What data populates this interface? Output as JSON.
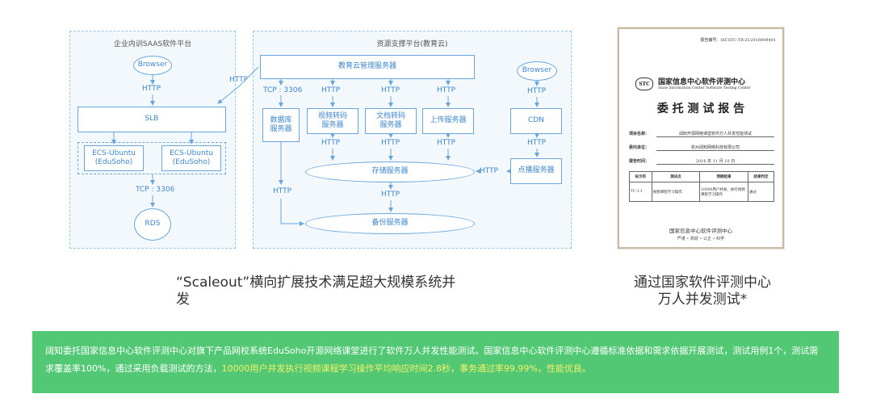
{
  "left_panel": {
    "title": "企业内训SAAS软件平台",
    "browser": "Browser",
    "http1": "HTTP",
    "slb": "SLB",
    "ecs1": [
      "ECS-Ubuntu",
      "(EduSoho)"
    ],
    "ecs2": [
      "ECS-Ubuntu",
      "(EduSoho)"
    ],
    "tcp": "TCP : 3306",
    "rds": "RDS"
  },
  "cross_link_label": "HTTP",
  "right_panel": {
    "title": "资源支撑平台(教育云)",
    "mgmt": "教育云管理服务器",
    "tcp": "TCP : 3306",
    "db": [
      "数据库",
      "服务器"
    ],
    "video": [
      "视频转码",
      "服务器"
    ],
    "doc": [
      "文档转码",
      "服务器"
    ],
    "upload": "上传服务器",
    "storage": "存储服务器",
    "backup": "备份服务器",
    "browser": "Browser",
    "cdn": "CDN",
    "playback": "点播服务器",
    "http": "HTTP"
  },
  "report": {
    "number": "报告编号：SICSTC-TB-Z12016009401",
    "org_cn": "国家信息中心软件评测中心",
    "org_en": "State Information Center Software Testing Center",
    "logo": "STC",
    "title": "委 托 测 试 报 告",
    "fields": [
      {
        "label": "项目名称：",
        "value": "阔知开源网络课堂软件万人并发性能测试"
      },
      {
        "label": "委托单位：",
        "value": "杭州阔知网络科技有限公司"
      },
      {
        "label": "报告时间：",
        "value": "2016 年 11 月 10 日"
      }
    ],
    "table_headers": [
      "标示符",
      "测试点",
      "预期结果",
      "结果判定"
    ],
    "table_row": [
      "TC-1-1",
      "视频课程学习操作",
      "10000用户并发，执行视频课程学习操作",
      "通过"
    ],
    "footer_org": "国家信息中心软件评测中心",
    "footer_motto": "严谨 • 高效 • 公正 • 科学"
  },
  "caption_left": [
    "“Scaleout”横向扩展技术满足超大规模系统并",
    "发"
  ],
  "caption_right": [
    "通过国家软件评测中心",
    "万人并发测试*"
  ],
  "banner": {
    "text1": "阔知委托国家信息中心软件评测中心对旗下产品网校系统EduSoho开源网络课堂进行了软件万人并发性能测试。国家信息中心软件评测中心遵循标准依据和需求依据开展测试，测试用例1个，测试需求覆盖率100%，通过采用负载测试的方法，",
    "highlight": "10000用户并发执行视频课程学习操作平均响应时间2.8秒，事务通过率99.99%，性能优良。"
  },
  "colors": {
    "diagram_blue": "#3f86c9",
    "banner_green": "#52c774",
    "highlight_yellow": "#f4f26a"
  }
}
